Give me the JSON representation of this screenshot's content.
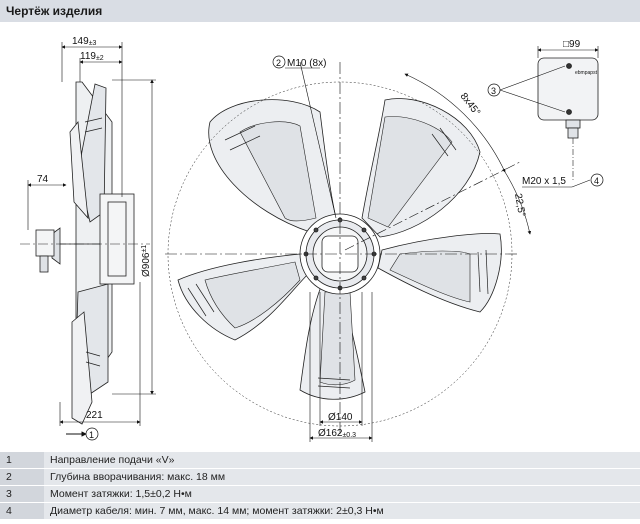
{
  "header": {
    "title": "Чертёж изделия"
  },
  "drawing": {
    "dims": {
      "d149": "149",
      "d149_tol": "±3",
      "d119": "119",
      "d119_tol": "±2",
      "d74": "74",
      "d906": "Ø906",
      "d906_tol": "±1",
      "d221": "221",
      "m10": "M10 (8x)",
      "angle8x45": "8x45°",
      "angle22": "22,5°",
      "d140": "Ø140",
      "d162": "Ø162",
      "d162_tol": "±0.3",
      "box99": "□99",
      "m20": "M20 x 1,5",
      "brand": "ebmpapst"
    },
    "callouts": [
      "1",
      "2",
      "3",
      "4"
    ]
  },
  "notes": [
    {
      "num": "1",
      "text": "Направление подачи «V»"
    },
    {
      "num": "2",
      "text": "Глубина вворачивания: макс. 18 мм"
    },
    {
      "num": "3",
      "text": "Момент затяжки: 1,5±0,2 Н•м"
    },
    {
      "num": "4",
      "text": "Диаметр кабеля: мин. 7 мм, макс. 14 мм; момент затяжки: 2±0,3 Н•м"
    }
  ]
}
